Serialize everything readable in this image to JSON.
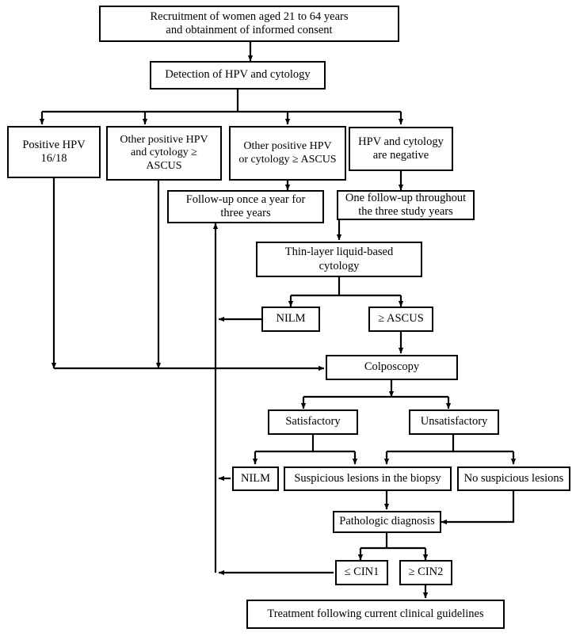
{
  "diagram": {
    "title": "Cervical cancer screening study flow diagram",
    "line_color": "#000000",
    "box_fill": "#ffffff",
    "nodes": {
      "recruitment": "Recruitment of women aged 21 to 64 years\nand obtainment of informed consent",
      "detection": "Detection of HPV and cytology",
      "positive_hpv_1618": "Positive HPV\n16/18",
      "other_hpv_and_cytology": "Other positive HPV\nand cytology ≥\nASCUS",
      "other_hpv_or_cytology": "Other positive HPV\nor cytology ≥ ASCUS",
      "hpv_and_cytology_negative": "HPV and cytology\nare negative",
      "followup_once_a_year": "Follow-up once a year for\nthree years",
      "one_followup": "One follow-up throughout\nthe three study years",
      "thin_layer_cytology": "Thin-layer liquid-based\ncytology",
      "nilm_cytology": "NILM",
      "ascus_cytology": "≥ ASCUS",
      "colposcopy": "Colposcopy",
      "satisfactory": "Satisfactory",
      "unsatisfactory": "Unsatisfactory",
      "nilm_colposcopy": "NILM",
      "suspicious_lesions": "Suspicious lesions in the biopsy",
      "no_suspicious_lesions": "No suspicious lesions",
      "pathologic_diagnosis": "Pathologic diagnosis",
      "cin1": "≤ CIN1",
      "cin2": "≥ CIN2",
      "treatment": "Treatment following current clinical guidelines"
    }
  }
}
